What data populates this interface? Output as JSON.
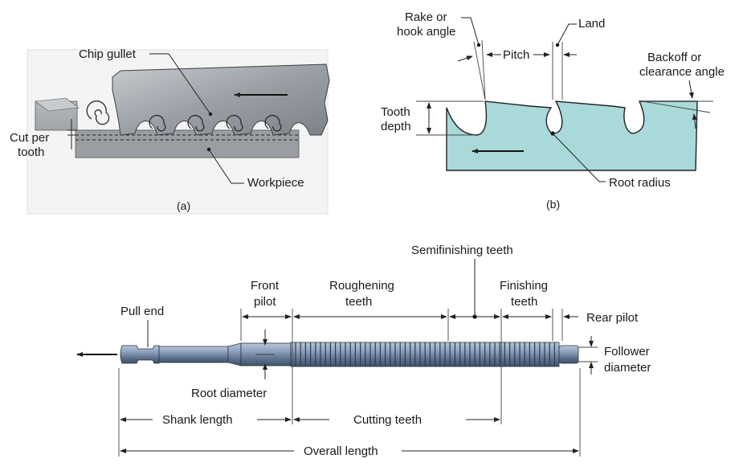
{
  "figure_a": {
    "caption": "(a)",
    "labels": {
      "chip_gullet": "Chip gullet",
      "cut_per_tooth_1": "Cut per",
      "cut_per_tooth_2": "tooth",
      "workpiece": "Workpiece"
    }
  },
  "figure_b": {
    "caption": "(b)",
    "labels": {
      "rake_1": "Rake or",
      "rake_2": "hook angle",
      "land": "Land",
      "pitch": "Pitch",
      "backoff_1": "Backoff or",
      "backoff_2": "clearance angle",
      "tooth_depth_1": "Tooth",
      "tooth_depth_2": "depth",
      "root_radius": "Root radius"
    }
  },
  "broach": {
    "labels": {
      "semifinishing": "Semifinishing teeth",
      "front_pilot_1": "Front",
      "front_pilot_2": "pilot",
      "roughening_1": "Roughening",
      "roughening_2": "teeth",
      "finishing_1": "Finishing",
      "finishing_2": "teeth",
      "pull_end": "Pull end",
      "rear_pilot": "Rear pilot",
      "follower_1": "Follower",
      "follower_2": "diameter",
      "root_diameter": "Root diameter",
      "shank_length": "Shank length",
      "cutting_teeth": "Cutting teeth",
      "overall_length": "Overall length"
    }
  },
  "colors": {
    "tooth_fill": "#a9d9d9",
    "broach_steel": "#7f93ad",
    "saw_metal": "#9aa0a6"
  }
}
